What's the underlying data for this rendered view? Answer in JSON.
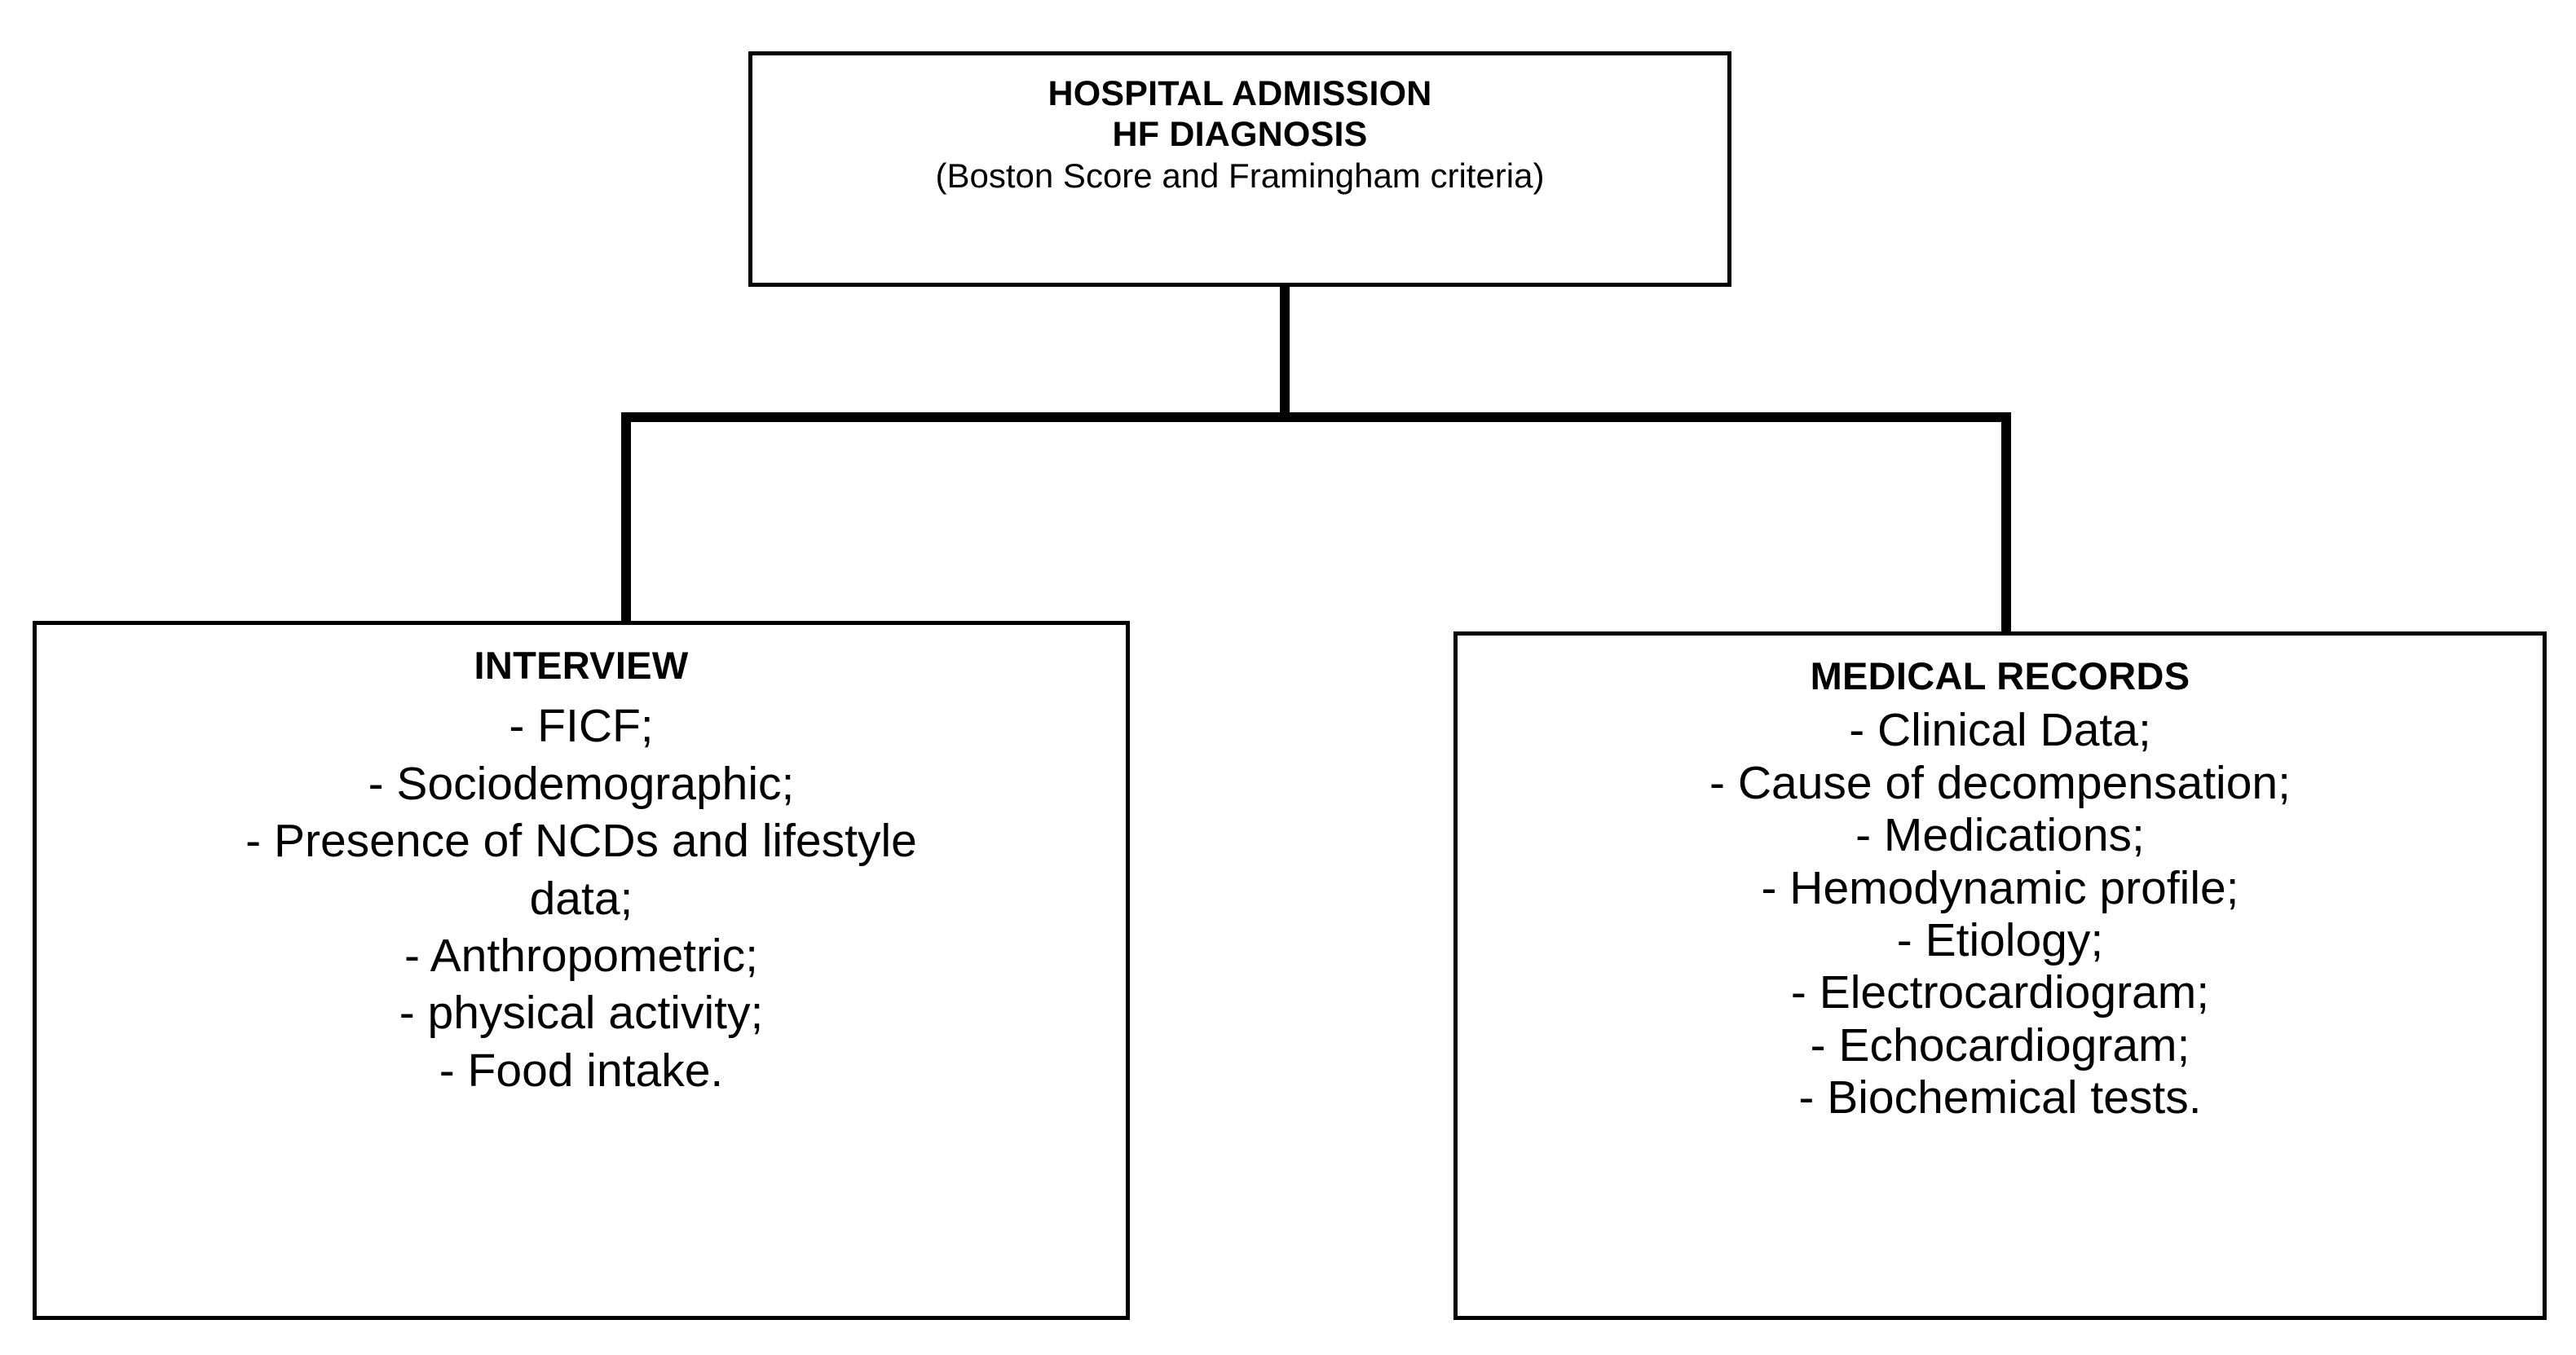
{
  "diagram": {
    "type": "flowchart",
    "orientation": "top-down",
    "root": {
      "name": "hospital-admission",
      "lines": [
        {
          "text": "HOSPITAL ADMISSION",
          "style": "bold"
        },
        {
          "text": "HF DIAGNOSIS",
          "style": "bold"
        },
        {
          "text": "(Boston Score and Framingham criteria)",
          "style": "regular"
        }
      ]
    },
    "branches": [
      {
        "name": "interview",
        "title": "INTERVIEW",
        "items": [
          "-   FICF;",
          "-   Sociodemographic;",
          "-   Presence of NCDs and lifestyle",
          "data;",
          "-   Anthropometric;",
          "- physical activity;",
          "- Food intake."
        ]
      },
      {
        "name": "medical-records",
        "title": "MEDICAL RECORDS",
        "items": [
          "- Clinical Data;",
          "- Cause of decompensation;",
          "- Medications;",
          "- Hemodynamic profile;",
          "-    Etiology;",
          "-   Electrocardiogram;",
          "-   Echocardiogram;",
          "- Biochemical tests."
        ]
      }
    ],
    "colors": {
      "stroke": "#000000",
      "fill": "#ffffff",
      "text": "#000000"
    }
  }
}
